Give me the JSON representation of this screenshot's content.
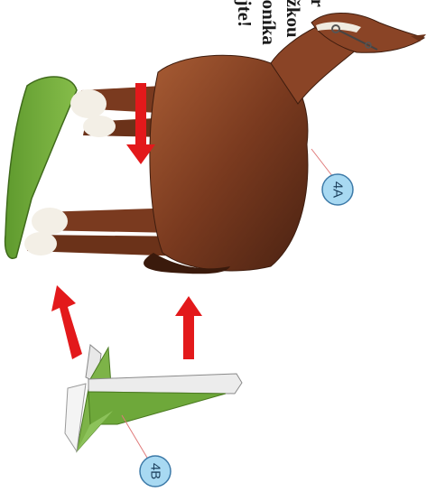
{
  "instruction": {
    "lines": [
      "or",
      "ožkou",
      "koníka",
      "ujte!"
    ]
  },
  "labels": {
    "horse_part": "4A",
    "stand_part": "4B"
  },
  "colors": {
    "arrow": "#e3191b",
    "green_base": "#6ea83a",
    "badge_fill": "#a8d9f2",
    "horse": "#8b4a2b"
  }
}
